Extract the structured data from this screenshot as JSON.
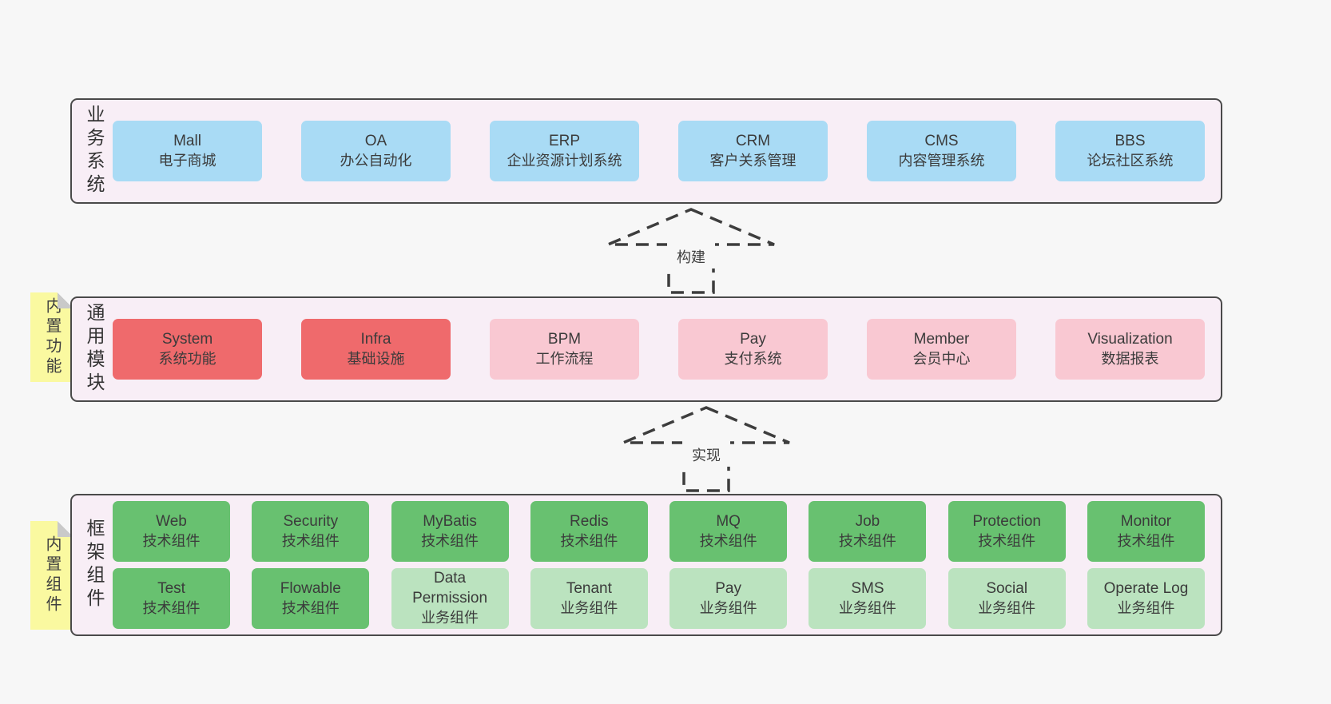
{
  "notes": [
    {
      "label": "内置功能"
    },
    {
      "label": "内置组件"
    }
  ],
  "arrows": [
    {
      "label": "构建"
    },
    {
      "label": "实现"
    }
  ],
  "sections": [
    {
      "label": "业务系统",
      "boxes": [
        {
          "en": "Mall",
          "zh": "电子商城"
        },
        {
          "en": "OA",
          "zh": "办公自动化"
        },
        {
          "en": "ERP",
          "zh": "企业资源计划系统"
        },
        {
          "en": "CRM",
          "zh": "客户关系管理"
        },
        {
          "en": "CMS",
          "zh": "内容管理系统"
        },
        {
          "en": "BBS",
          "zh": "论坛社区系统"
        }
      ]
    },
    {
      "label": "通用模块",
      "boxes": [
        {
          "en": "System",
          "zh": "系统功能"
        },
        {
          "en": "Infra",
          "zh": "基础设施"
        },
        {
          "en": "BPM",
          "zh": "工作流程"
        },
        {
          "en": "Pay",
          "zh": "支付系统"
        },
        {
          "en": "Member",
          "zh": "会员中心"
        },
        {
          "en": "Visualization",
          "zh": "数据报表"
        }
      ]
    },
    {
      "label": "框架组件",
      "rows": [
        [
          {
            "en": "Web",
            "zh": "技术组件"
          },
          {
            "en": "Security",
            "zh": "技术组件"
          },
          {
            "en": "MyBatis",
            "zh": "技术组件"
          },
          {
            "en": "Redis",
            "zh": "技术组件"
          },
          {
            "en": "MQ",
            "zh": "技术组件"
          },
          {
            "en": "Job",
            "zh": "技术组件"
          },
          {
            "en": "Protection",
            "zh": "技术组件"
          },
          {
            "en": "Monitor",
            "zh": "技术组件"
          }
        ],
        [
          {
            "en": "Test",
            "zh": "技术组件"
          },
          {
            "en": "Flowable",
            "zh": "技术组件"
          },
          {
            "en": "Data Permission",
            "zh": "业务组件"
          },
          {
            "en": "Tenant",
            "zh": "业务组件"
          },
          {
            "en": "Pay",
            "zh": "业务组件"
          },
          {
            "en": "SMS",
            "zh": "业务组件"
          },
          {
            "en": "Social",
            "zh": "业务组件"
          },
          {
            "en": "Operate Log",
            "zh": "业务组件"
          }
        ]
      ]
    }
  ],
  "colors": {
    "page_bg": "#f7f7f7",
    "panel_bg": "#f8eef6",
    "panel_border": "#4a4a4a",
    "blue": "#a9dbf5",
    "red": "#ef6a6c",
    "pink": "#f9c8d2",
    "green": "#68c170",
    "lightgreen": "#bbe3bf",
    "yellow": "#faf9a0",
    "fold": "#c9c9c9",
    "arrow": "#3d3d3d",
    "text": "#3b3b3b"
  }
}
